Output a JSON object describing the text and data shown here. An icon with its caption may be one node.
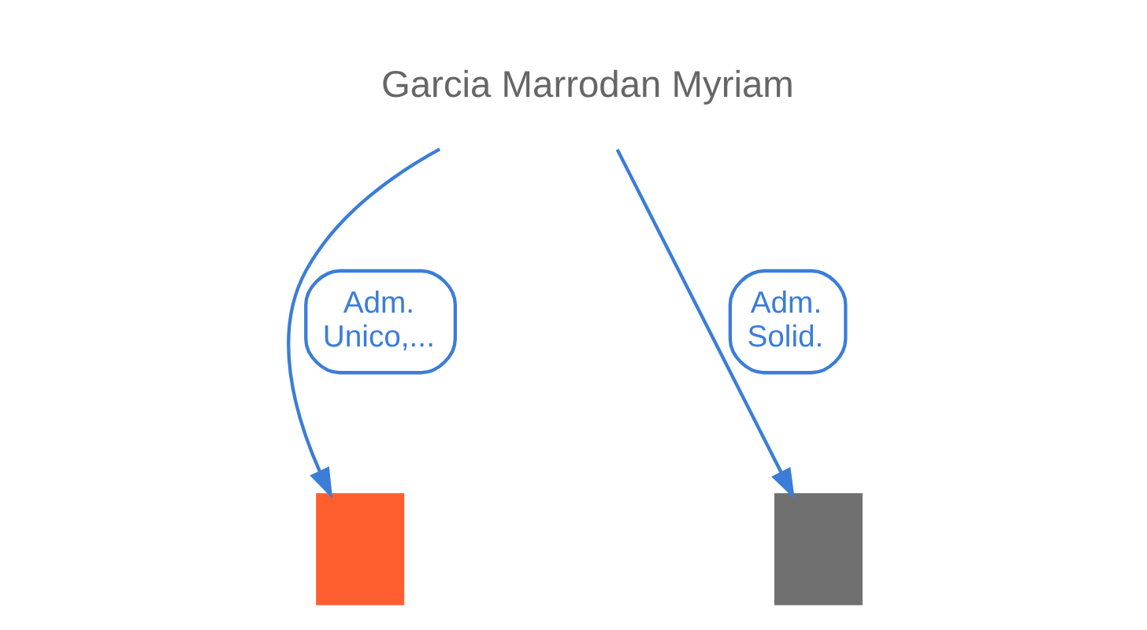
{
  "diagram": {
    "nodes": [
      {
        "text": [],
        "shape": "building"
      },
      {
        "text": [
          "Garcia Marrodan Myriam"
        ]
      },
      {
        "text": [],
        "shape": "building"
      }
    ],
    "edges": [
      {
        "from": 1,
        "to": 0,
        "arrow": "to",
        "label": "Adm. Unico,..."
      },
      {
        "from": 1,
        "to": 2,
        "arrow": "to",
        "label": "Adm. Solid."
      }
    ]
  }
}
